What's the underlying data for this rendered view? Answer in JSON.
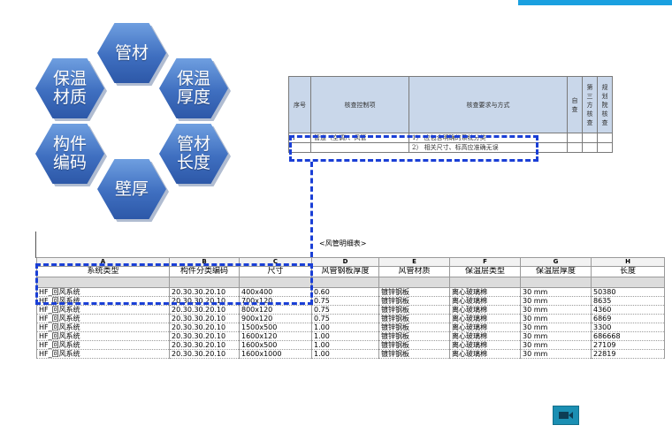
{
  "hexagons": [
    "管材",
    "保温\n材质",
    "保温\n厚度",
    "构件\n编码",
    "管材\n长度",
    "壁厚"
  ],
  "check_table": {
    "headers": [
      "序号",
      "核查控制项",
      "核查要求与方式",
      "自查",
      "第三方核查",
      "规划院核查"
    ],
    "rows": [
      {
        "no": "1",
        "item": "管道（空调）、风管",
        "req": "1） 应包含明确的系统分类"
      },
      {
        "no": "",
        "item": "",
        "req": "2） 相关尺寸、标高应准确无误"
      }
    ]
  },
  "schedule": {
    "title": "<风管明细表>",
    "letters": [
      "A",
      "B",
      "C",
      "D",
      "E",
      "F",
      "G",
      "H"
    ],
    "headers": [
      "系统类型",
      "构件分类编码",
      "尺寸",
      "风管钢板厚度",
      "风管材质",
      "保温层类型",
      "保温层厚度",
      "长度"
    ],
    "rows": [
      [
        "HF_回风系统",
        "20.30.30.20.10",
        "400x400",
        "0.60",
        "镀锌钢板",
        "离心玻璃棉",
        "30 mm",
        "50380"
      ],
      [
        "HF_回风系统",
        "20.30.30.20.10",
        "700x120",
        "0.75",
        "镀锌钢板",
        "离心玻璃棉",
        "30 mm",
        "8635"
      ],
      [
        "HF_回风系统",
        "20.30.30.20.10",
        "800x120",
        "0.75",
        "镀锌钢板",
        "离心玻璃棉",
        "30 mm",
        "4360"
      ],
      [
        "HF_回风系统",
        "20.30.30.20.10",
        "900x120",
        "0.75",
        "镀锌钢板",
        "离心玻璃棉",
        "30 mm",
        "6869"
      ],
      [
        "HF_回风系统",
        "20.30.30.20.10",
        "1500x500",
        "1.00",
        "镀锌钢板",
        "离心玻璃棉",
        "30 mm",
        "3300"
      ],
      [
        "HF_回风系统",
        "20.30.30.20.10",
        "1600x120",
        "1.00",
        "镀锌钢板",
        "离心玻璃棉",
        "30 mm",
        "686668"
      ],
      [
        "HF_回风系统",
        "20.30.30.20.10",
        "1600x500",
        "1.00",
        "镀锌钢板",
        "离心玻璃棉",
        "30 mm",
        "27109"
      ],
      [
        "HF_回风系统",
        "20.30.30.20.10",
        "1600x1000",
        "1.00",
        "镀锌钢板",
        "离心玻璃棉",
        "30 mm",
        "22819"
      ]
    ]
  },
  "icons": {
    "camera_button": "video-camera-icon"
  },
  "colors": {
    "accent": "#1aa0e0",
    "hexagon": "#3f6fc0",
    "highlight": "#1a3fd6",
    "header_fill": "#c9d7ea"
  }
}
